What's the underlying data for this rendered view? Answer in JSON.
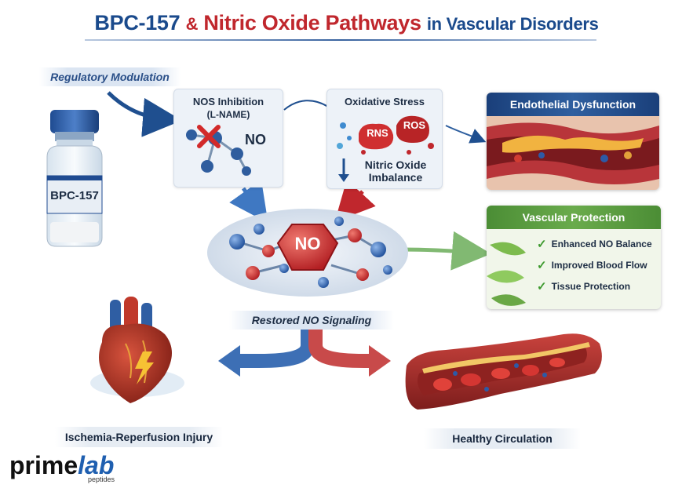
{
  "title": {
    "part1": "BPC-157",
    "part2": "&",
    "part3": "Nitric Oxide Pathways",
    "part4": "in Vascular Disorders"
  },
  "regulatory_label": "Regulatory Modulation",
  "vial": {
    "label": "BPC-157"
  },
  "nos_panel": {
    "title": "NOS Inhibition",
    "subtitle": "(L-NAME)",
    "no_label": "NO"
  },
  "oxidative_panel": {
    "title": "Oxidative Stress",
    "rns": "RNS",
    "ros": "ROS",
    "imbalance_line1": "Nitric Oxide",
    "imbalance_line2": "Imbalance"
  },
  "center": {
    "no_label": "NO",
    "restored_label": "Restored NO Signaling"
  },
  "endothelial_card": {
    "title": "Endothelial Dysfunction"
  },
  "protection_card": {
    "title": "Vascular Protection",
    "items": [
      "Enhanced NO Balance",
      "Improved Blood Flow",
      "Tissue Protection"
    ]
  },
  "ischemia_caption": "Ischemia-Reperfusion Injury",
  "healthy_caption": "Healthy Circulation",
  "logo": {
    "prime": "prime",
    "lab": "lab",
    "peptides": "peptides"
  },
  "colors": {
    "blue": "#1a4a8c",
    "red": "#c0272d",
    "green": "#4e9a3a"
  },
  "icons": [
    "arrow-icon",
    "x-mark-icon",
    "molecule-icon",
    "down-arrow-icon",
    "check-icon",
    "heart-icon",
    "blood-vessel-icon",
    "vial-icon"
  ]
}
